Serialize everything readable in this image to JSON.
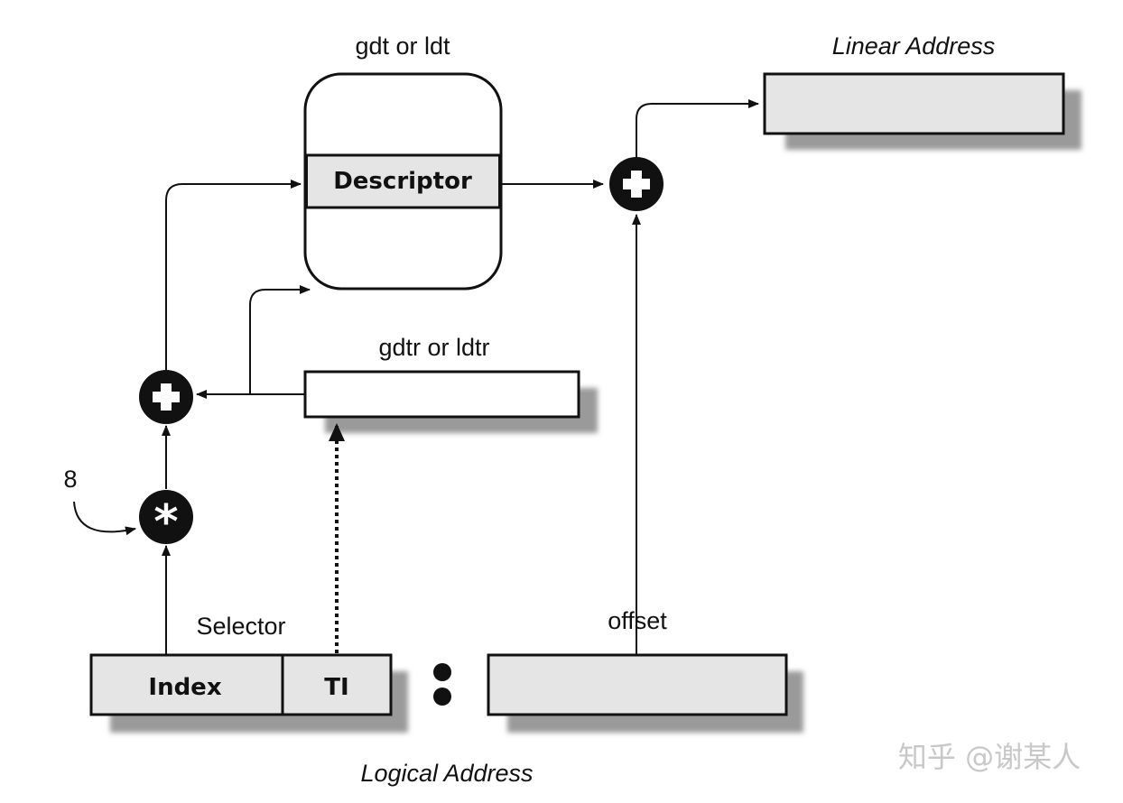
{
  "labels": {
    "table_title": "gdt or ldt",
    "descriptor": "Descriptor",
    "linear_address": "Linear Address",
    "register": "gdtr or ldtr",
    "multiplier": "8",
    "selector": "Selector",
    "index": "Index",
    "ti": "TI",
    "offset": "offset",
    "logical_address": "Logical Address",
    "watermark": "知乎 @谢某人"
  },
  "operators": {
    "add": "plus-icon",
    "multiply": "asterisk-icon"
  },
  "colors": {
    "box_fill": "#e5e5e5",
    "shadow": "#9a9a9a",
    "stroke": "#111111"
  }
}
